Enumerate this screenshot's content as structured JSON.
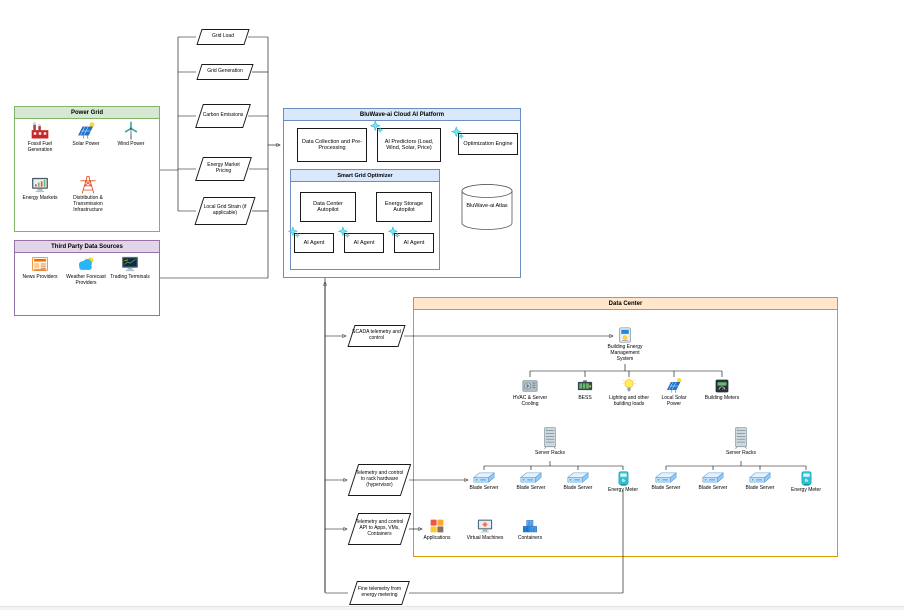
{
  "colors": {
    "power_grid_header": "#d5e8d4",
    "power_grid_border": "#82b366",
    "third_party_header": "#e1d5e7",
    "third_party_border": "#9673a6",
    "platform_header": "#dae8fc",
    "platform_border": "#6c8ebf",
    "data_center_header": "#ffe6cc",
    "data_center_border": "#d79b00",
    "sparkle": "#4dd0e1"
  },
  "power_grid": {
    "title": "Power Grid",
    "items": [
      {
        "label": "Fossil Fuel Generation",
        "icon": "factory-icon"
      },
      {
        "label": "Solar Power",
        "icon": "solar-panel-icon"
      },
      {
        "label": "Wind Power",
        "icon": "wind-turbine-icon"
      },
      {
        "label": "Energy Markets",
        "icon": "market-monitor-icon"
      },
      {
        "label": "Distribution & Transmission Infrastructure",
        "icon": "transmission-tower-icon"
      }
    ]
  },
  "third_party": {
    "title": "Third Party Data Sources",
    "items": [
      {
        "label": "News Providers",
        "icon": "newspaper-icon"
      },
      {
        "label": "Weather Forecast Providers",
        "icon": "weather-cloud-icon"
      },
      {
        "label": "Trading Terminals",
        "icon": "trading-terminal-icon"
      }
    ]
  },
  "inputs": [
    {
      "label": "Grid Load"
    },
    {
      "label": "Grid Generation"
    },
    {
      "label": "Carbon Emissions"
    },
    {
      "label": "Energy Market Pricing"
    },
    {
      "label": "Local Grid Strain (if applicable)"
    }
  ],
  "platform": {
    "title": "BluWave-ai Cloud AI Platform",
    "data_collection": "Data Collection and Pre-Processing",
    "ai_predictors": "AI Predictors (Load, Wind, Solar, Price)",
    "optimization_engine": "Optimization Engine",
    "atlas_db": "BluWave-ai Atlas",
    "smart_grid_optimizer": {
      "title": "Smart Grid Optimizer",
      "data_center_autopilot": "Data Center Autopilot",
      "energy_storage_autopilot": "Energy Storage Autopilot",
      "agents": [
        "AI Agent",
        "AI Agent",
        "AI Agent"
      ]
    }
  },
  "flows": [
    {
      "label": "SCADA telemetry and control"
    },
    {
      "label": "Telemetry and control to rack hardware (hypervisor)"
    },
    {
      "label": "Telemetry and control API to Apps, VMs, Containers"
    },
    {
      "label": "Fine telemetry from energy metering"
    }
  ],
  "data_center": {
    "title": "Data Center",
    "bems_label": "Building Energy Management System",
    "building_systems": [
      {
        "label": "HVAC & Server Cooling",
        "icon": "hvac-icon"
      },
      {
        "label": "BESS",
        "icon": "battery-storage-icon"
      },
      {
        "label": "Lighting and other building loads",
        "icon": "lightbulb-icon"
      },
      {
        "label": "Local Solar Power",
        "icon": "solar-panel-icon"
      },
      {
        "label": "Building Meters",
        "icon": "building-meter-icon"
      }
    ],
    "rack_group_left": {
      "label": "Server Racks",
      "children": [
        "Blade Server",
        "Blade Server",
        "Blade Server",
        "Energy Meter"
      ]
    },
    "rack_group_right": {
      "label": "Server Racks",
      "children": [
        "Blade Server",
        "Blade Server",
        "Blade Server",
        "Energy Meter"
      ]
    },
    "compute": [
      {
        "label": "Applications",
        "icon": "applications-icon"
      },
      {
        "label": "Virtual Machines",
        "icon": "virtual-machine-icon"
      },
      {
        "label": "Containers",
        "icon": "containers-icon"
      }
    ]
  }
}
